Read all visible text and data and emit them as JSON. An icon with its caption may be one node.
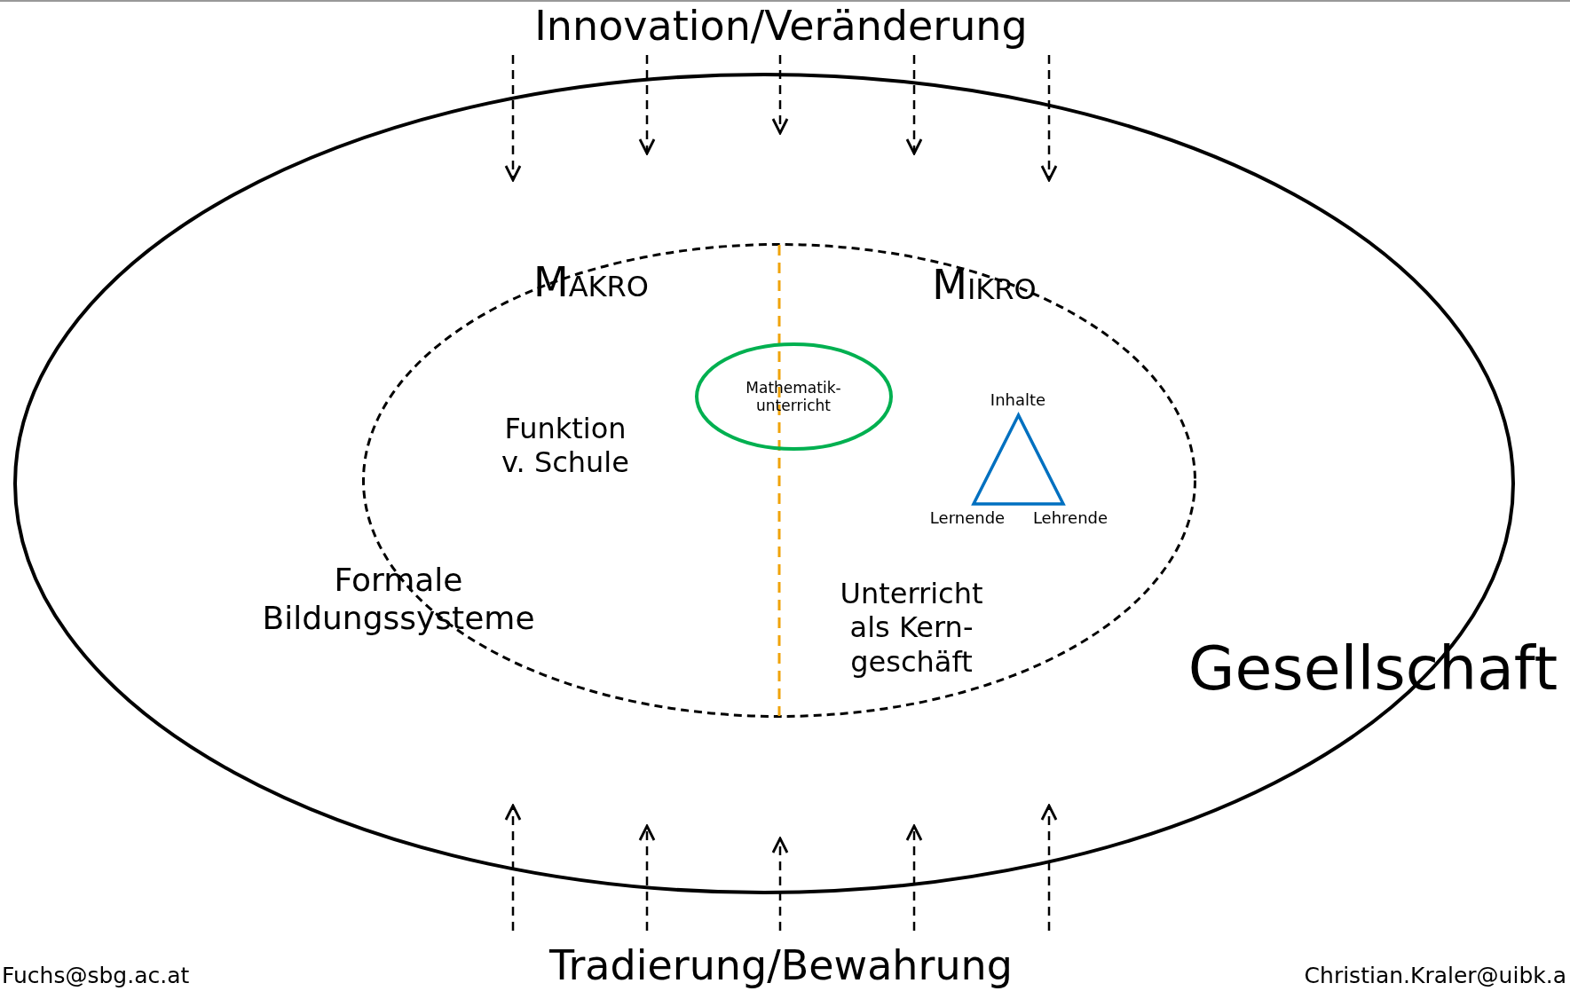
{
  "diagram": {
    "nodes": [
      {
        "text": [
          "Gesellschaft"
        ]
      },
      {
        "text": [
          "Makro",
          "Funktion v. Schule",
          "Mikro",
          "Unterricht als Kern-geschäft"
        ],
        "in": 0
      },
      {
        "text": [
          "Mathematik-unterricht"
        ],
        "in": 1
      },
      {
        "text": [],
        "shape": "triangle",
        "beside": [
          "Inhalte",
          "Lernende",
          "Lehrende"
        ],
        "in": 1
      },
      {
        "text": [
          "Innovation/Veränderung"
        ]
      },
      {
        "text": [
          "Tradierung/Bewahrung"
        ]
      }
    ],
    "edges": [
      {
        "from": 4,
        "to": null,
        "arrow": "to",
        "style": "dashed"
      },
      {
        "from": 4,
        "to": null,
        "arrow": "to",
        "style": "dashed"
      },
      {
        "from": 4,
        "to": null,
        "arrow": "to",
        "style": "dashed"
      },
      {
        "from": 4,
        "to": null,
        "arrow": "to",
        "style": "dashed"
      },
      {
        "from": 4,
        "to": null,
        "arrow": "to",
        "style": "dashed"
      },
      {
        "from": 5,
        "to": null,
        "arrow": "to",
        "style": "dashed"
      },
      {
        "from": 5,
        "to": null,
        "arrow": "to",
        "style": "dashed"
      },
      {
        "from": 5,
        "to": null,
        "arrow": "to",
        "style": "dashed"
      },
      {
        "from": 5,
        "to": null,
        "arrow": "to",
        "style": "dashed"
      },
      {
        "from": 5,
        "to": null,
        "arrow": "to",
        "style": "dashed"
      }
    ],
    "labels": [
      "Formale Bildungssysteme",
      "Fuchs@sbg.ac.at",
      "Christian.Kraler@uibk.a"
    ]
  }
}
